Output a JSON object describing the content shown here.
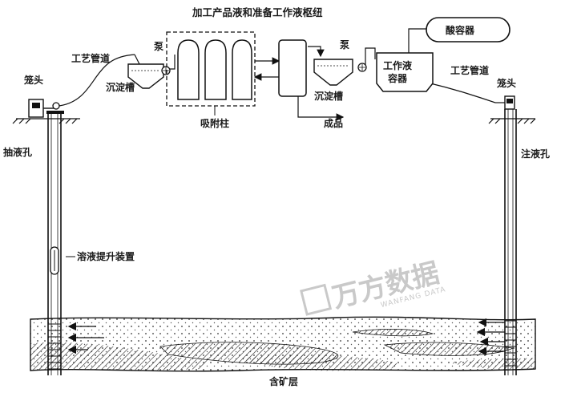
{
  "diagram": {
    "title": "加工产品液和准备工作液枢纽",
    "labels": {
      "acid_container": "酸容器",
      "working_fluid_container": "工作液容器",
      "pipeline_left": "工艺管道",
      "pipeline_right": "工艺管道",
      "pump_left": "泵",
      "pump_right": "泵",
      "settling_tank_left": "沉淀槽",
      "settling_tank_right": "沉淀槽",
      "adsorption_column": "吸附柱",
      "product": "成品",
      "wellhead_left": "笼头",
      "wellhead_right": "笼头",
      "extraction_hole": "抽液孔",
      "injection_hole": "注液孔",
      "lifting_device": "溶液提升装置",
      "ore_layer": "含矿层"
    },
    "watermark": {
      "brand": "万方数据",
      "sub": "WANFANG DATA"
    }
  }
}
